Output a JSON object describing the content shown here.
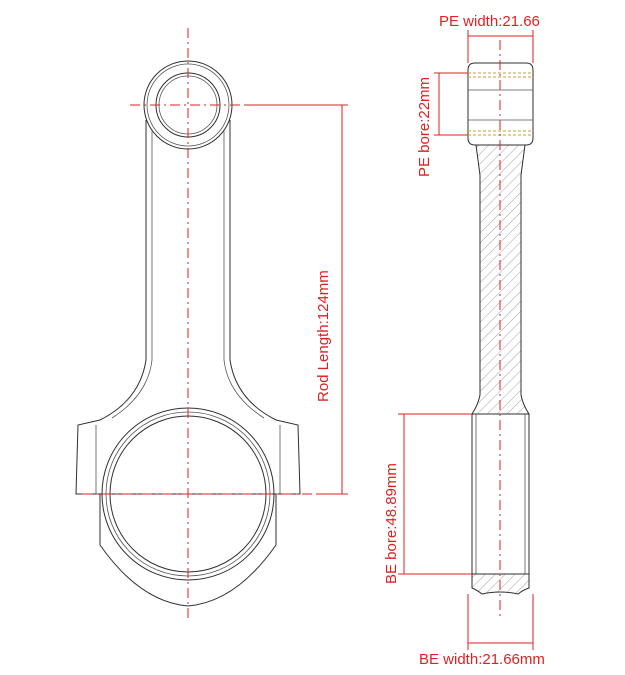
{
  "labels": {
    "pe_width": "PE width:21.66",
    "pe_bore": "PE bore:22mm",
    "rod_length": "Rod Length:124mm",
    "be_bore": "BE bore:48.89mm",
    "be_width": "BE width:21.66mm"
  },
  "colors": {
    "dimension": "#dd2222",
    "outline": "#2f2f2f",
    "bushing": "#c8a03a"
  }
}
